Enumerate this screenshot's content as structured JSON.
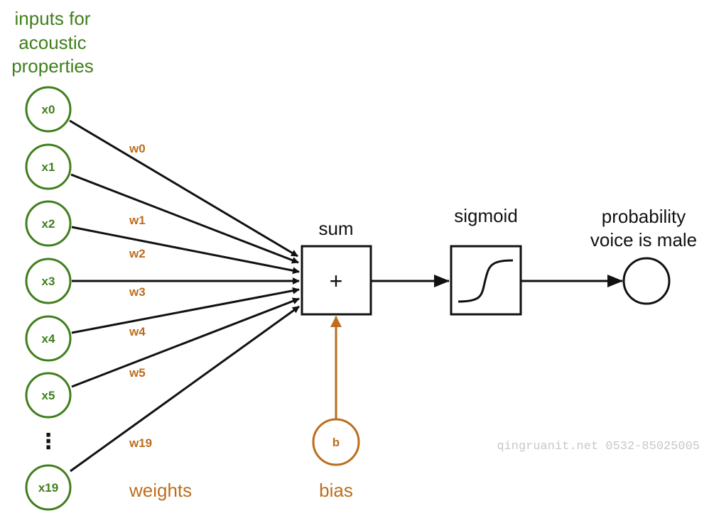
{
  "inputs_label": [
    "inputs for",
    "acoustic",
    "properties"
  ],
  "inputs": [
    "x0",
    "x1",
    "x2",
    "x3",
    "x4",
    "x5",
    "x19"
  ],
  "ellipsis": "⋮",
  "weights": [
    "w0",
    "w1",
    "w2",
    "w3",
    "w4",
    "w5",
    "w19"
  ],
  "weights_label": "weights",
  "sum_label": "sum",
  "sum_symbol": "+",
  "sigmoid_label": "sigmoid",
  "output_label": [
    "probability",
    "voice is male"
  ],
  "bias_symbol": "b",
  "bias_label": "bias",
  "watermark": "qingruanit.net 0532-85025005",
  "colors": {
    "input": "#3f7f1b",
    "weight": "#bd6d1c",
    "line": "#111111",
    "watermark": "#c8c8c8"
  }
}
